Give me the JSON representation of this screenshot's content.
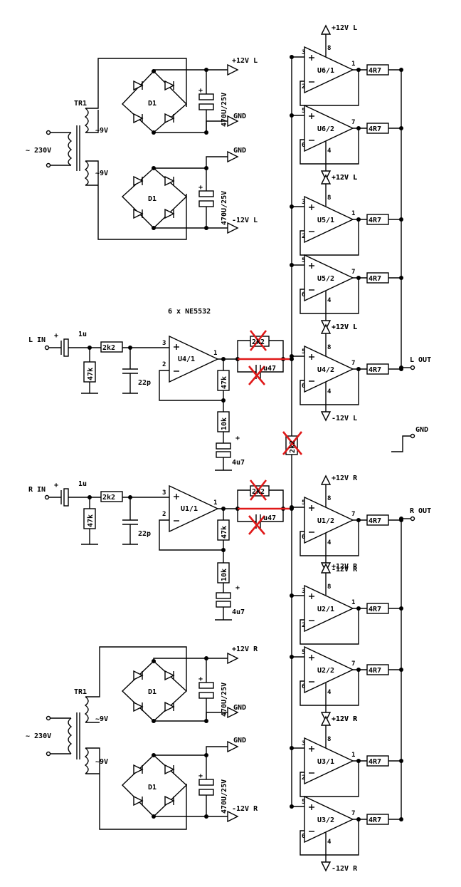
{
  "colors": {
    "wire": "#000000",
    "modification": "#e01818",
    "background": "#ffffff"
  },
  "title": "6 x NE5532",
  "inputs": {
    "left": "L IN",
    "right": "R IN"
  },
  "outputs": {
    "left": "L OUT",
    "right": "R OUT"
  },
  "ground_label": "GND",
  "supplies": {
    "pos_left": "+12V L",
    "neg_left": "-12V L",
    "pos_right": "+12V R",
    "neg_right": "-12V R",
    "gnd": "GND"
  },
  "transformer": {
    "ref": "TR1",
    "mains": "~ 230V",
    "secondary": "~9V"
  },
  "bridge": {
    "ref": "D1"
  },
  "filter_cap": "470U/25V",
  "input_stage": {
    "cap_in": "1u",
    "r_series": "2k2",
    "r_shunt": "47k",
    "c_filter": "22p",
    "r_fb": "47k",
    "r_gnd": "10k",
    "c_gnd": "4u7",
    "r_removed": "2k2",
    "c_removed": "u47"
  },
  "link_resistor": "2k2",
  "output_resistor": "4R7",
  "opamps": {
    "input_left": "U4/1",
    "input_right": "U1/1",
    "left_buffers": [
      "U6/1",
      "U6/2",
      "U5/1",
      "U5/2",
      "U4/2"
    ],
    "right_buffers": [
      "U1/2",
      "U2/1",
      "U2/2",
      "U3/1",
      "U3/2"
    ]
  },
  "pins": {
    "p1": "1",
    "p2": "2",
    "p3": "3",
    "p4": "4",
    "p5": "5",
    "p6": "6",
    "p7": "7",
    "p8": "8",
    "plus": "+",
    "minus": "-"
  },
  "icons": [
    "opamp-icon",
    "diode-bridge-icon",
    "transformer-icon",
    "capacitor-icon",
    "resistor-icon",
    "ground-icon",
    "supply-arrow-icon",
    "removed-cross-icon"
  ]
}
